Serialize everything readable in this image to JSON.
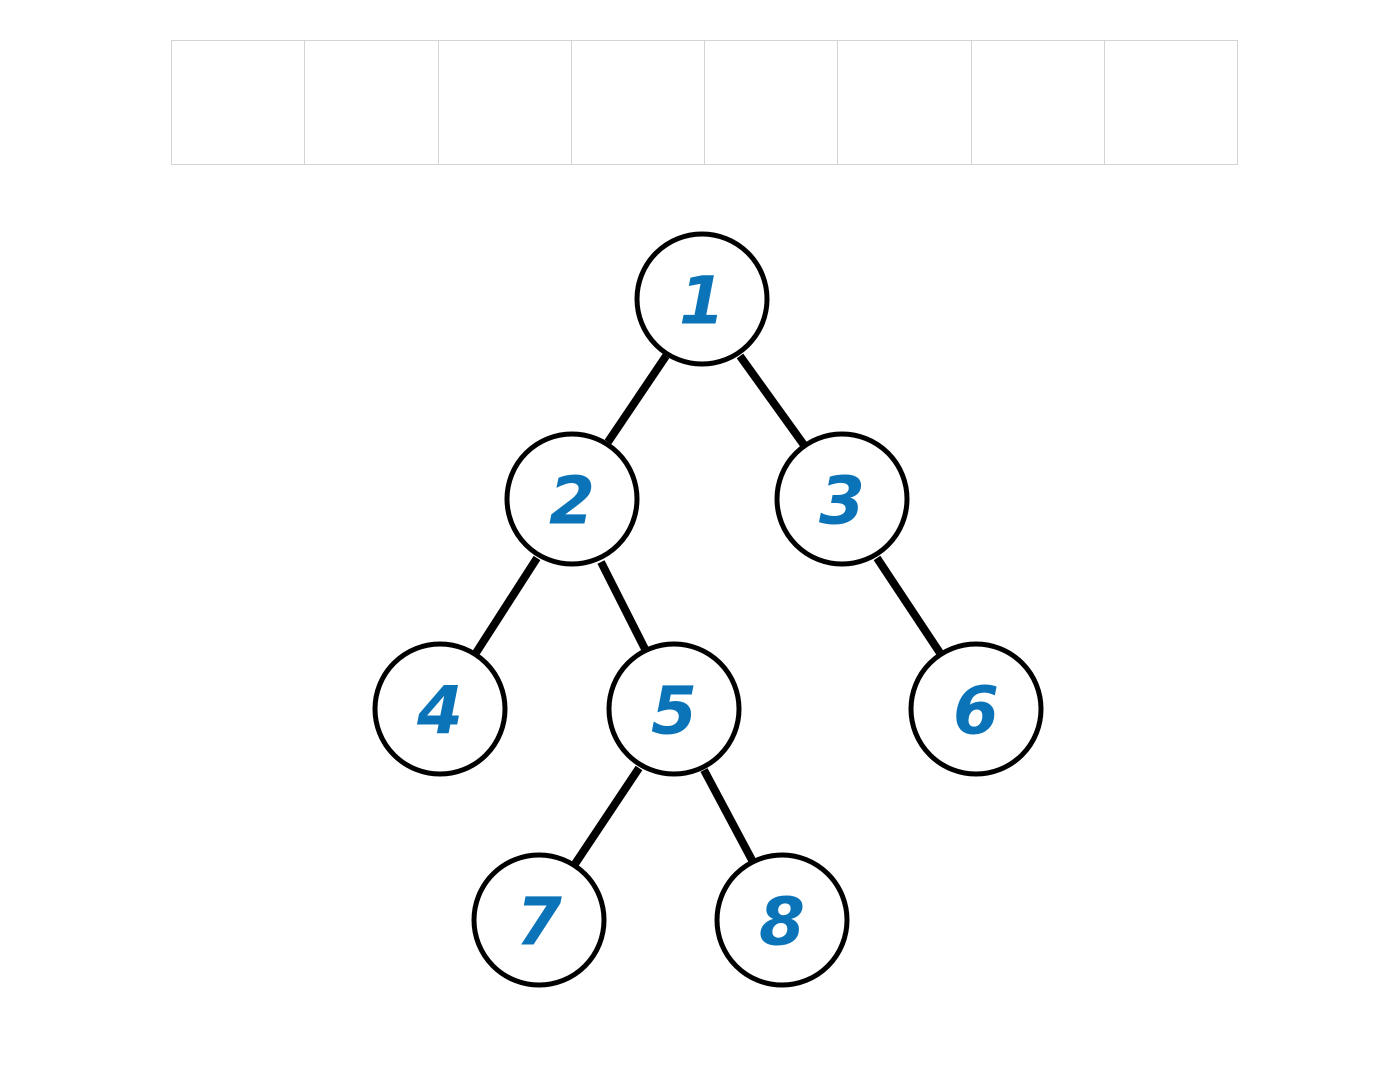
{
  "array": {
    "cells": [
      "",
      "",
      "",
      "",
      "",
      "",
      "",
      ""
    ]
  },
  "tree": {
    "label_color": "#0b74b8",
    "edge_color": "#000000",
    "nodes": [
      {
        "id": "1",
        "label": "1"
      },
      {
        "id": "2",
        "label": "2"
      },
      {
        "id": "3",
        "label": "3"
      },
      {
        "id": "4",
        "label": "4"
      },
      {
        "id": "5",
        "label": "5"
      },
      {
        "id": "6",
        "label": "6"
      },
      {
        "id": "7",
        "label": "7"
      },
      {
        "id": "8",
        "label": "8"
      }
    ],
    "edges": [
      {
        "from": "1",
        "to": "2"
      },
      {
        "from": "1",
        "to": "3"
      },
      {
        "from": "2",
        "to": "4"
      },
      {
        "from": "2",
        "to": "5"
      },
      {
        "from": "3",
        "to": "6"
      },
      {
        "from": "5",
        "to": "7"
      },
      {
        "from": "5",
        "to": "8"
      }
    ]
  }
}
